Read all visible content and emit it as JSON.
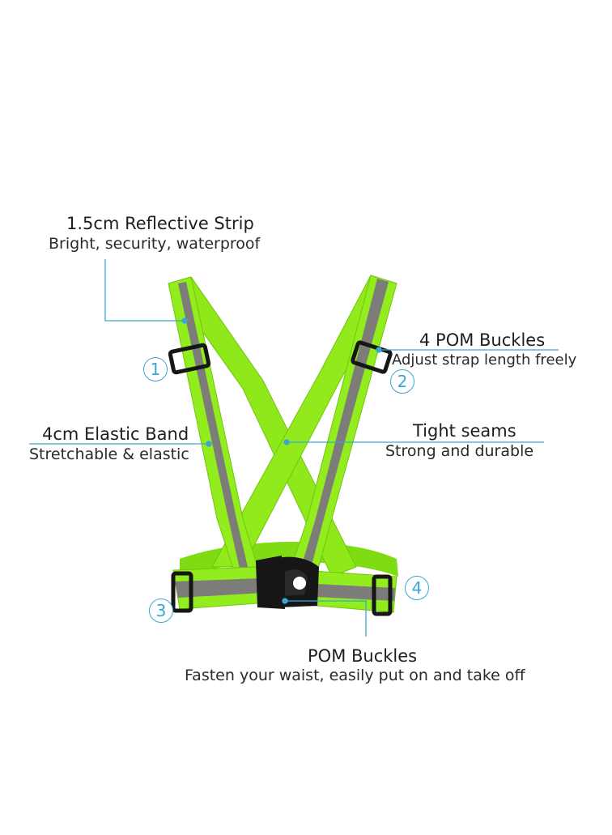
{
  "colors": {
    "strap": "#8fe81a",
    "strap_edge": "#6fc60c",
    "reflective": "#7c7d79",
    "buckle": "#161616",
    "callout": "#3aa6d4"
  },
  "callouts": {
    "reflective_strip": {
      "title": "1.5cm Reflective Strip",
      "subtitle": "Bright, security, waterproof"
    },
    "shoulder_buckles": {
      "title": "4 POM Buckles",
      "subtitle": "Adjust strap length freely"
    },
    "elastic_band": {
      "title": "4cm Elastic Band",
      "subtitle": "Stretchable & elastic"
    },
    "seams": {
      "title": "Tight seams",
      "subtitle": "Strong and durable"
    },
    "waist_buckles": {
      "title": "POM Buckles",
      "subtitle": "Fasten your waist, easily put on and take off"
    }
  },
  "markers": [
    "1",
    "2",
    "3",
    "4"
  ]
}
